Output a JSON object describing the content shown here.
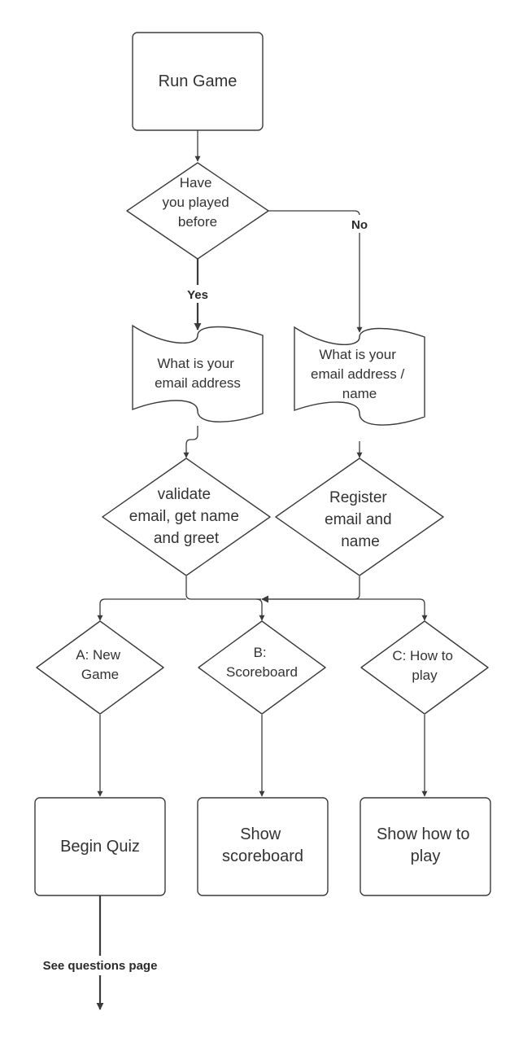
{
  "diagram": {
    "nodes": {
      "run_game": {
        "shape": "rect",
        "lines": [
          "Run Game"
        ]
      },
      "played_before": {
        "shape": "diamond",
        "lines": [
          "Have",
          "you played",
          "before"
        ]
      },
      "email_yes": {
        "shape": "document",
        "lines": [
          "What is your",
          "email address"
        ]
      },
      "email_no": {
        "shape": "document",
        "lines": [
          "What is your",
          "email address /",
          "name"
        ]
      },
      "validate": {
        "shape": "diamond",
        "lines": [
          "validate",
          "email, get name",
          "and greet"
        ]
      },
      "register": {
        "shape": "diamond",
        "lines": [
          "Register",
          "email and",
          "name"
        ]
      },
      "new_game": {
        "shape": "diamond",
        "lines": [
          "A: New",
          "Game"
        ]
      },
      "scoreboard": {
        "shape": "diamond",
        "lines": [
          "B:",
          "Scoreboard"
        ]
      },
      "how_to": {
        "shape": "diamond",
        "lines": [
          "C: How to",
          "play"
        ]
      },
      "begin_quiz": {
        "shape": "rect",
        "lines": [
          "Begin Quiz"
        ]
      },
      "show_scoreboard": {
        "shape": "rect",
        "lines": [
          "Show",
          "scoreboard"
        ]
      },
      "show_how_to": {
        "shape": "rect",
        "lines": [
          "Show how to",
          "play"
        ]
      }
    },
    "edge_labels": {
      "yes": "Yes",
      "no": "No",
      "see_questions": "See questions page"
    }
  }
}
